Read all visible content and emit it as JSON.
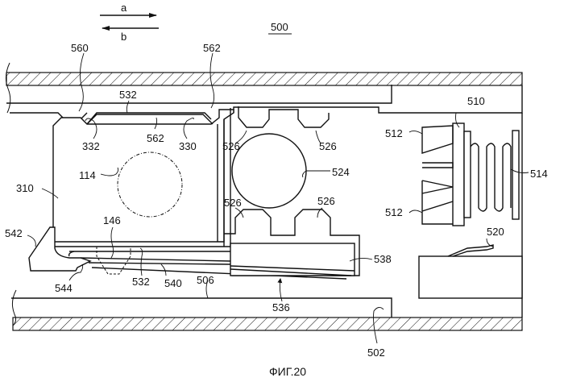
{
  "figure": {
    "caption": "ФИГ.20",
    "assembly_label": "500",
    "direction_arrows": {
      "a": "a",
      "b": "b"
    },
    "labels": {
      "l560": "560",
      "l562_top": "562",
      "l532_top": "532",
      "l562_mid": "562",
      "l332": "332",
      "l330": "330",
      "l114": "114",
      "l310": "310",
      "l146": "146",
      "l542": "542",
      "l544": "544",
      "l532_bottom": "532",
      "l540": "540",
      "l506": "506",
      "l536": "536",
      "l538": "538",
      "l502": "502",
      "l526_tl": "526",
      "l526_tr": "526",
      "l526_bl": "526",
      "l526_br": "526",
      "l524": "524",
      "l510": "510",
      "l512_top": "512",
      "l512_bottom": "512",
      "l514": "514",
      "l520": "520"
    }
  }
}
